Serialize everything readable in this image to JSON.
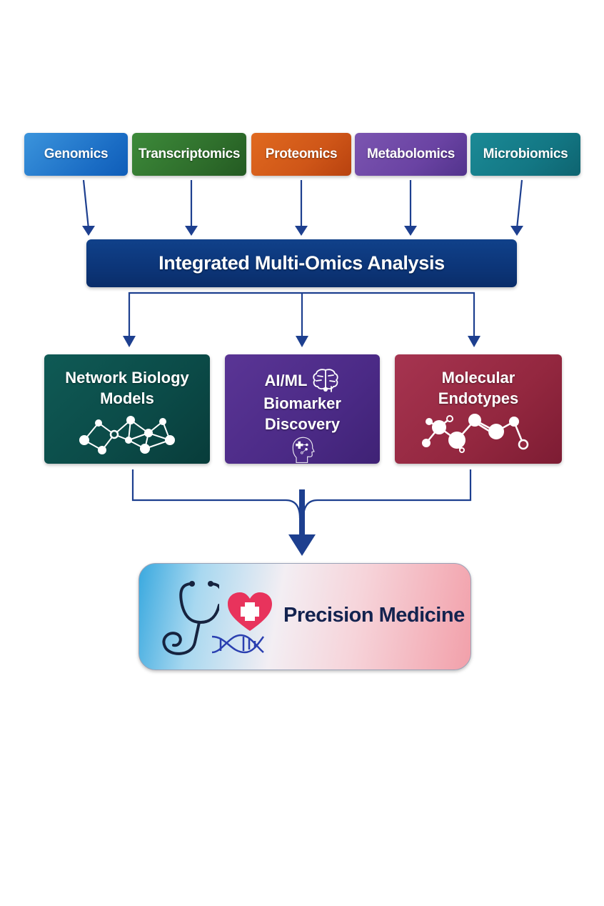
{
  "diagram": {
    "inputs": [
      {
        "label": "Genomics",
        "color": "#2a80d0"
      },
      {
        "label": "Transcriptomics",
        "color": "#2f6f2c"
      },
      {
        "label": "Proteomics",
        "color": "#d35a18"
      },
      {
        "label": "Metabolomics",
        "color": "#6a43a3"
      },
      {
        "label": "Microbiomics",
        "color": "#137784"
      }
    ],
    "integration": {
      "label": "Integrated Multi-Omics Analysis",
      "color": "#0c3578"
    },
    "methods": [
      {
        "line1": "Network Biology",
        "line2": "Models",
        "icon": "network-graph-icon",
        "color": "#0b4a47"
      },
      {
        "line1": "AI/ML",
        "line2": "Biomarker Discovery",
        "icon": "brain-icon",
        "secondary_icon": "head-with-medical-cross-icon",
        "color": "#4b2a86"
      },
      {
        "line1": "Molecular",
        "line2": "Endotypes",
        "icon": "molecule-icon",
        "color": "#93273f"
      }
    ],
    "outcome": {
      "label": "Precision Medicine",
      "icons": [
        "stethoscope-icon",
        "heart-with-cross-icon",
        "dna-icon"
      ]
    },
    "arrow_color": "#1d3f8f"
  }
}
